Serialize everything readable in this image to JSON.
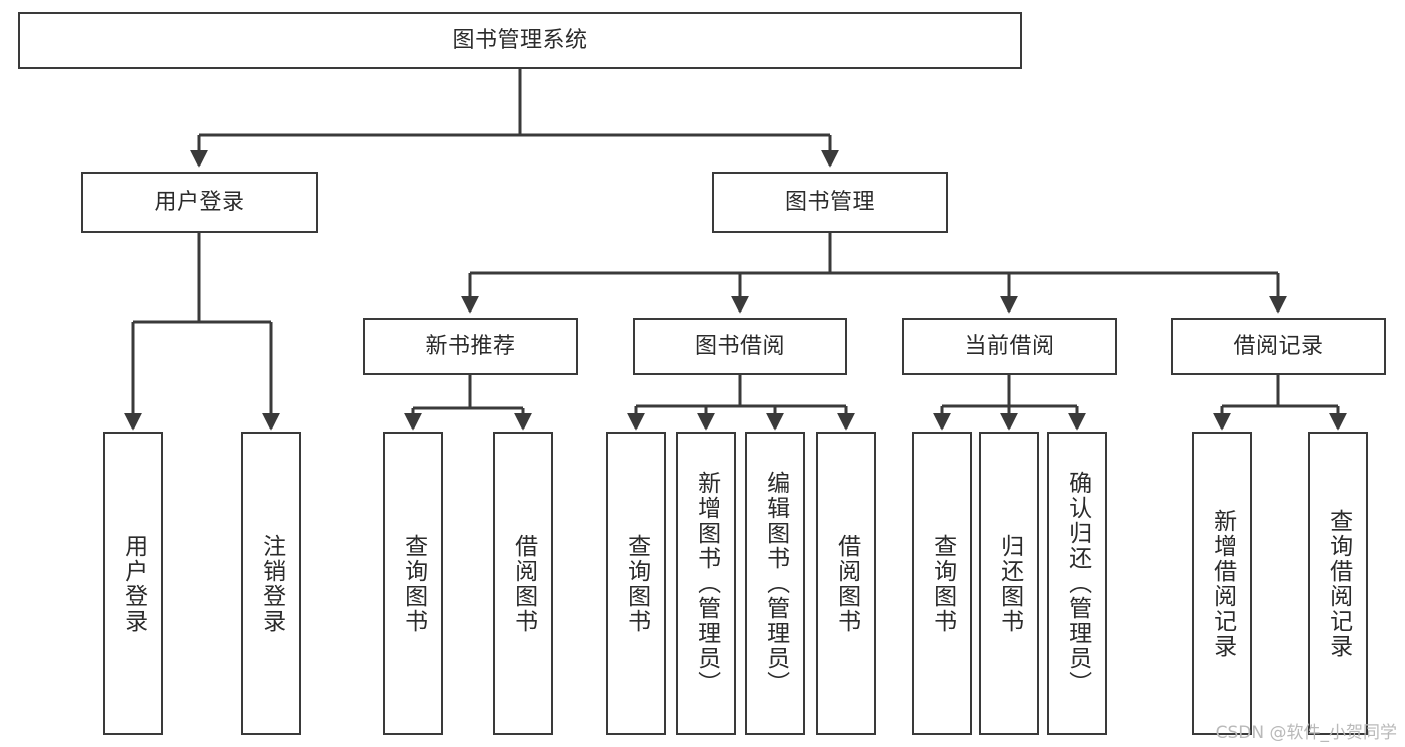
{
  "diagram": {
    "type": "tree-hierarchy",
    "title": "图书管理系统",
    "watermark": "CSDN @软件_小贺同学",
    "colors": {
      "box_border": "#3a3a3a",
      "box_fill": "#ffffff",
      "edge": "#3a3a3a",
      "text": "#2b2b2b",
      "watermark": "#b9b9b9"
    },
    "nodes": {
      "root": {
        "label": "图书管理系统"
      },
      "level2": [
        {
          "id": "user-login",
          "label": "用户登录"
        },
        {
          "id": "book-manage",
          "label": "图书管理"
        }
      ],
      "level3": [
        {
          "id": "new-book-recommend",
          "label": "新书推荐"
        },
        {
          "id": "book-borrow",
          "label": "图书借阅"
        },
        {
          "id": "current-borrow",
          "label": "当前借阅"
        },
        {
          "id": "borrow-record",
          "label": "借阅记录"
        }
      ],
      "leaves": {
        "user-login": [
          {
            "id": "leaf-user-login",
            "label": "用户登录"
          },
          {
            "id": "leaf-logout",
            "label": "注销登录"
          }
        ],
        "new-book-recommend": [
          {
            "id": "leaf-query-book-1",
            "label": "查询图书"
          },
          {
            "id": "leaf-borrow-book-1",
            "label": "借阅图书"
          }
        ],
        "book-borrow": [
          {
            "id": "leaf-query-book-2",
            "label": "查询图书"
          },
          {
            "id": "leaf-add-book",
            "label": "新增图书（管理员）"
          },
          {
            "id": "leaf-edit-book",
            "label": "编辑图书（管理员）"
          },
          {
            "id": "leaf-borrow-book-2",
            "label": "借阅图书"
          }
        ],
        "current-borrow": [
          {
            "id": "leaf-query-book-3",
            "label": "查询图书"
          },
          {
            "id": "leaf-return-book",
            "label": "归还图书"
          },
          {
            "id": "leaf-confirm-return",
            "label": "确认归还（管理员）"
          }
        ],
        "borrow-record": [
          {
            "id": "leaf-add-record",
            "label": "新增借阅记录"
          },
          {
            "id": "leaf-query-record",
            "label": "查询借阅记录"
          }
        ]
      }
    }
  }
}
